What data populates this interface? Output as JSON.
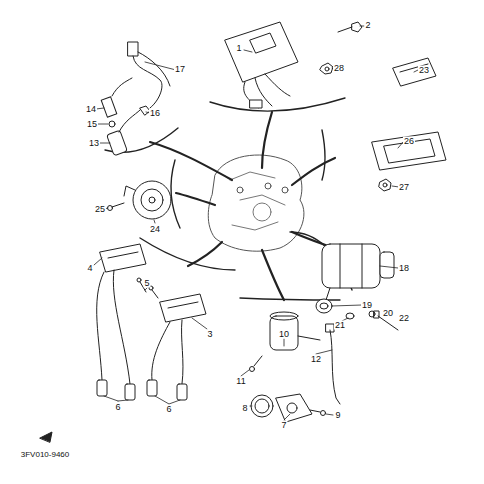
{
  "diagram": {
    "labels": [
      "2",
      "1",
      "28",
      "23",
      "17",
      "14",
      "16",
      "15",
      "13",
      "26",
      "27",
      "25",
      "24",
      "18",
      "4",
      "5",
      "19",
      "20",
      "22",
      "21",
      "3",
      "10",
      "12",
      "11",
      "9",
      "8",
      "7",
      "6",
      "6",
      "3FV010-9460"
    ]
  }
}
